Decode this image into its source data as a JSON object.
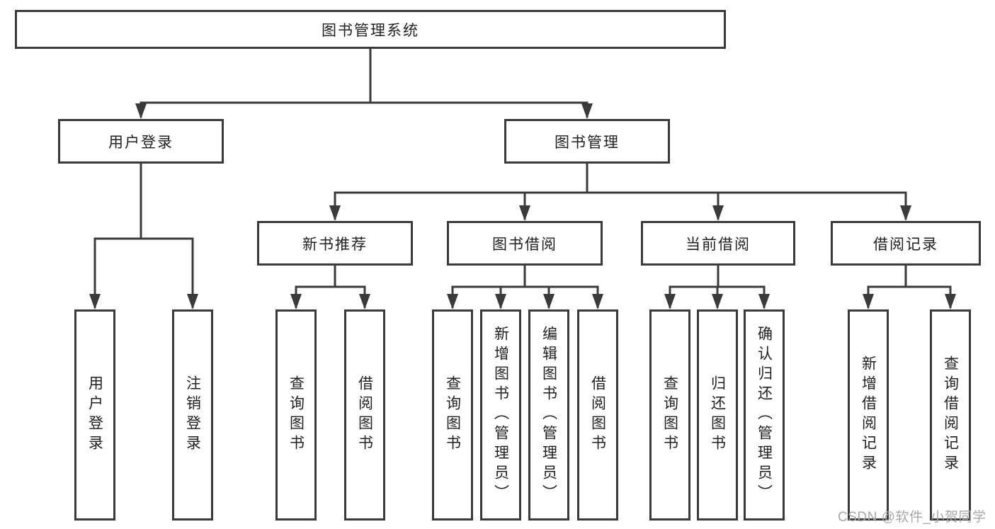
{
  "diagram": {
    "root": {
      "label": "图书管理系统"
    },
    "level2": {
      "user_login": {
        "label": "用户登录"
      },
      "book_management": {
        "label": "图书管理"
      }
    },
    "level3": {
      "new_book_recommendation": {
        "label": "新书推荐"
      },
      "book_borrowing": {
        "label": "图书借阅"
      },
      "current_borrowing": {
        "label": "当前借阅"
      },
      "borrowing_records": {
        "label": "借阅记录"
      }
    },
    "leaves": {
      "user_login_children": [
        "用户登录",
        "注销登录"
      ],
      "new_book_children": [
        "查询图书",
        "借阅图书"
      ],
      "book_borrowing_children": [
        "查询图书",
        "新增图书（管理员）",
        "编辑图书（管理员）",
        "借阅图书"
      ],
      "current_borrowing_children": [
        "查询图书",
        "归还图书",
        "确认归还（管理员）"
      ],
      "borrowing_records_children": [
        "新增借阅记录",
        "查询借阅记录"
      ]
    }
  },
  "watermark": {
    "text": "CSDN @软件_小贺同学"
  },
  "colors": {
    "line": "#3a3a3a",
    "text": "#1f1f1f",
    "watermark": "#a7a7ab",
    "background": "#ffffff"
  }
}
